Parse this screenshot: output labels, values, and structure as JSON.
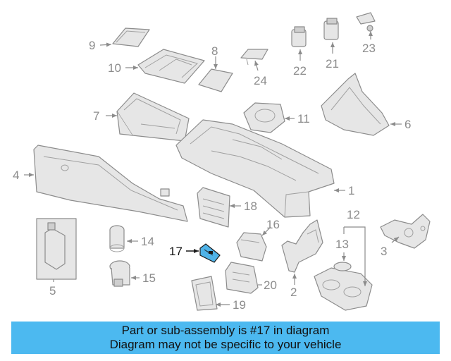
{
  "diagram": {
    "callouts": [
      "1",
      "2",
      "3",
      "4",
      "5",
      "6",
      "7",
      "8",
      "9",
      "10",
      "11",
      "12",
      "13",
      "14",
      "15",
      "16",
      "17",
      "18",
      "19",
      "20",
      "21",
      "22",
      "23",
      "24"
    ],
    "highlight_color": "#4fb3e8"
  },
  "banner": {
    "line1": "Part or sub-assembly is #17 in diagram",
    "line2": "Diagram may not be specific to your vehicle",
    "background": "#4cb9f0"
  }
}
